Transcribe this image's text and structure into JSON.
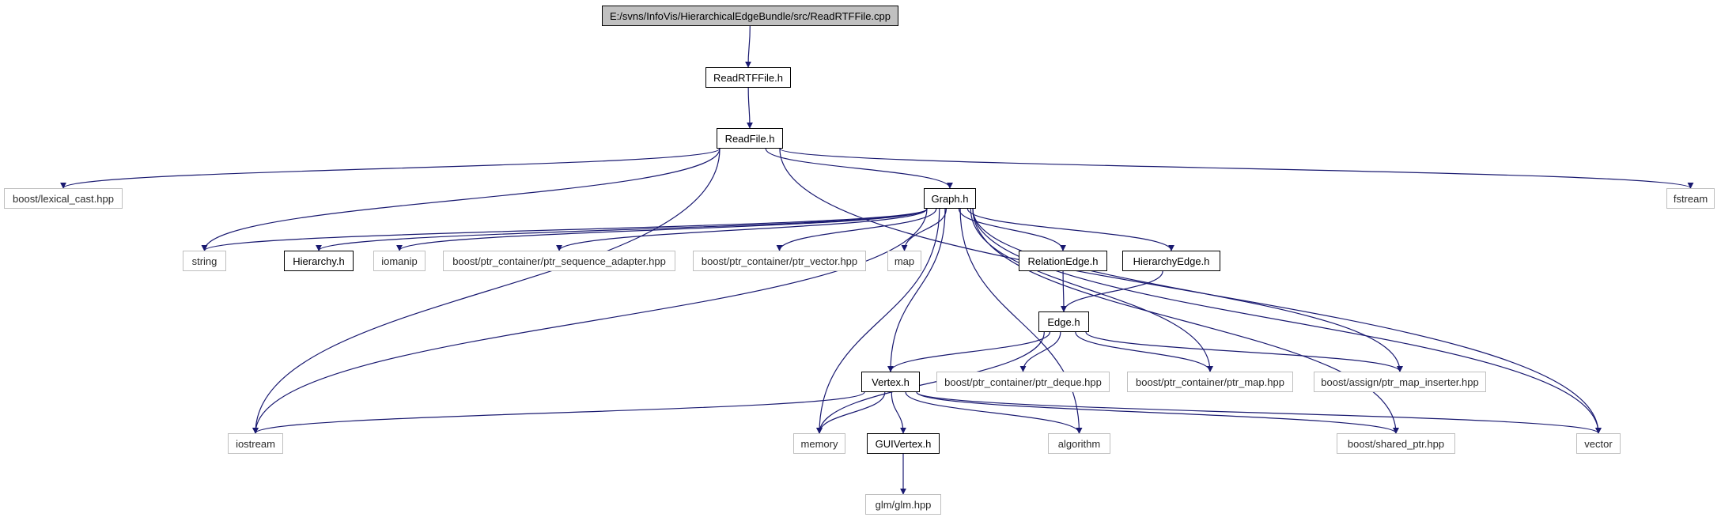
{
  "colors": {
    "edge": "#191970",
    "root_fill": "#c0c0c0",
    "local_border": "#000000",
    "external_border": "#bfbfbf"
  },
  "nodes": {
    "root": "E:/svns/InfoVis/HierarchicalEdgeBundle/src/ReadRTFFile.cpp",
    "readrtffile_h": "ReadRTFFile.h",
    "readfile_h": "ReadFile.h",
    "lexical_cast": "boost/lexical_cast.hpp",
    "graph_h": "Graph.h",
    "fstream": "fstream",
    "string": "string",
    "hierarchy_h": "Hierarchy.h",
    "iomanip": "iomanip",
    "ptr_sequence_adapter": "boost/ptr_container/ptr_sequence_adapter.hpp",
    "ptr_vector": "boost/ptr_container/ptr_vector.hpp",
    "map": "map",
    "relationedge_h": "RelationEdge.h",
    "hierarchyedge_h": "HierarchyEdge.h",
    "edge_h": "Edge.h",
    "vertex_h": "Vertex.h",
    "ptr_deque": "boost/ptr_container/ptr_deque.hpp",
    "ptr_map": "boost/ptr_container/ptr_map.hpp",
    "ptr_map_inserter": "boost/assign/ptr_map_inserter.hpp",
    "iostream": "iostream",
    "memory": "memory",
    "guivertex_h": "GUIVertex.h",
    "algorithm": "algorithm",
    "shared_ptr": "boost/shared_ptr.hpp",
    "vector": "vector",
    "glm": "glm/glm.hpp"
  },
  "edges": [
    [
      "root",
      "readrtffile_h"
    ],
    [
      "readrtffile_h",
      "readfile_h"
    ],
    [
      "readfile_h",
      "lexical_cast"
    ],
    [
      "readfile_h",
      "graph_h"
    ],
    [
      "readfile_h",
      "fstream"
    ],
    [
      "readfile_h",
      "string"
    ],
    [
      "readfile_h",
      "iostream"
    ],
    [
      "readfile_h",
      "vector"
    ],
    [
      "graph_h",
      "string"
    ],
    [
      "graph_h",
      "hierarchy_h"
    ],
    [
      "graph_h",
      "iomanip"
    ],
    [
      "graph_h",
      "ptr_sequence_adapter"
    ],
    [
      "graph_h",
      "ptr_vector"
    ],
    [
      "graph_h",
      "map"
    ],
    [
      "graph_h",
      "relationedge_h"
    ],
    [
      "graph_h",
      "hierarchyedge_h"
    ],
    [
      "graph_h",
      "iostream"
    ],
    [
      "graph_h",
      "memory"
    ],
    [
      "graph_h",
      "vertex_h"
    ],
    [
      "graph_h",
      "ptr_map"
    ],
    [
      "graph_h",
      "ptr_map_inserter"
    ],
    [
      "graph_h",
      "algorithm"
    ],
    [
      "graph_h",
      "shared_ptr"
    ],
    [
      "graph_h",
      "vector"
    ],
    [
      "relationedge_h",
      "edge_h"
    ],
    [
      "hierarchyedge_h",
      "edge_h"
    ],
    [
      "edge_h",
      "vertex_h"
    ],
    [
      "edge_h",
      "memory"
    ],
    [
      "edge_h",
      "ptr_deque"
    ],
    [
      "edge_h",
      "ptr_map"
    ],
    [
      "edge_h",
      "ptr_map_inserter"
    ],
    [
      "vertex_h",
      "iostream"
    ],
    [
      "vertex_h",
      "memory"
    ],
    [
      "vertex_h",
      "guivertex_h"
    ],
    [
      "vertex_h",
      "algorithm"
    ],
    [
      "vertex_h",
      "shared_ptr"
    ],
    [
      "vertex_h",
      "vector"
    ],
    [
      "guivertex_h",
      "glm"
    ]
  ]
}
